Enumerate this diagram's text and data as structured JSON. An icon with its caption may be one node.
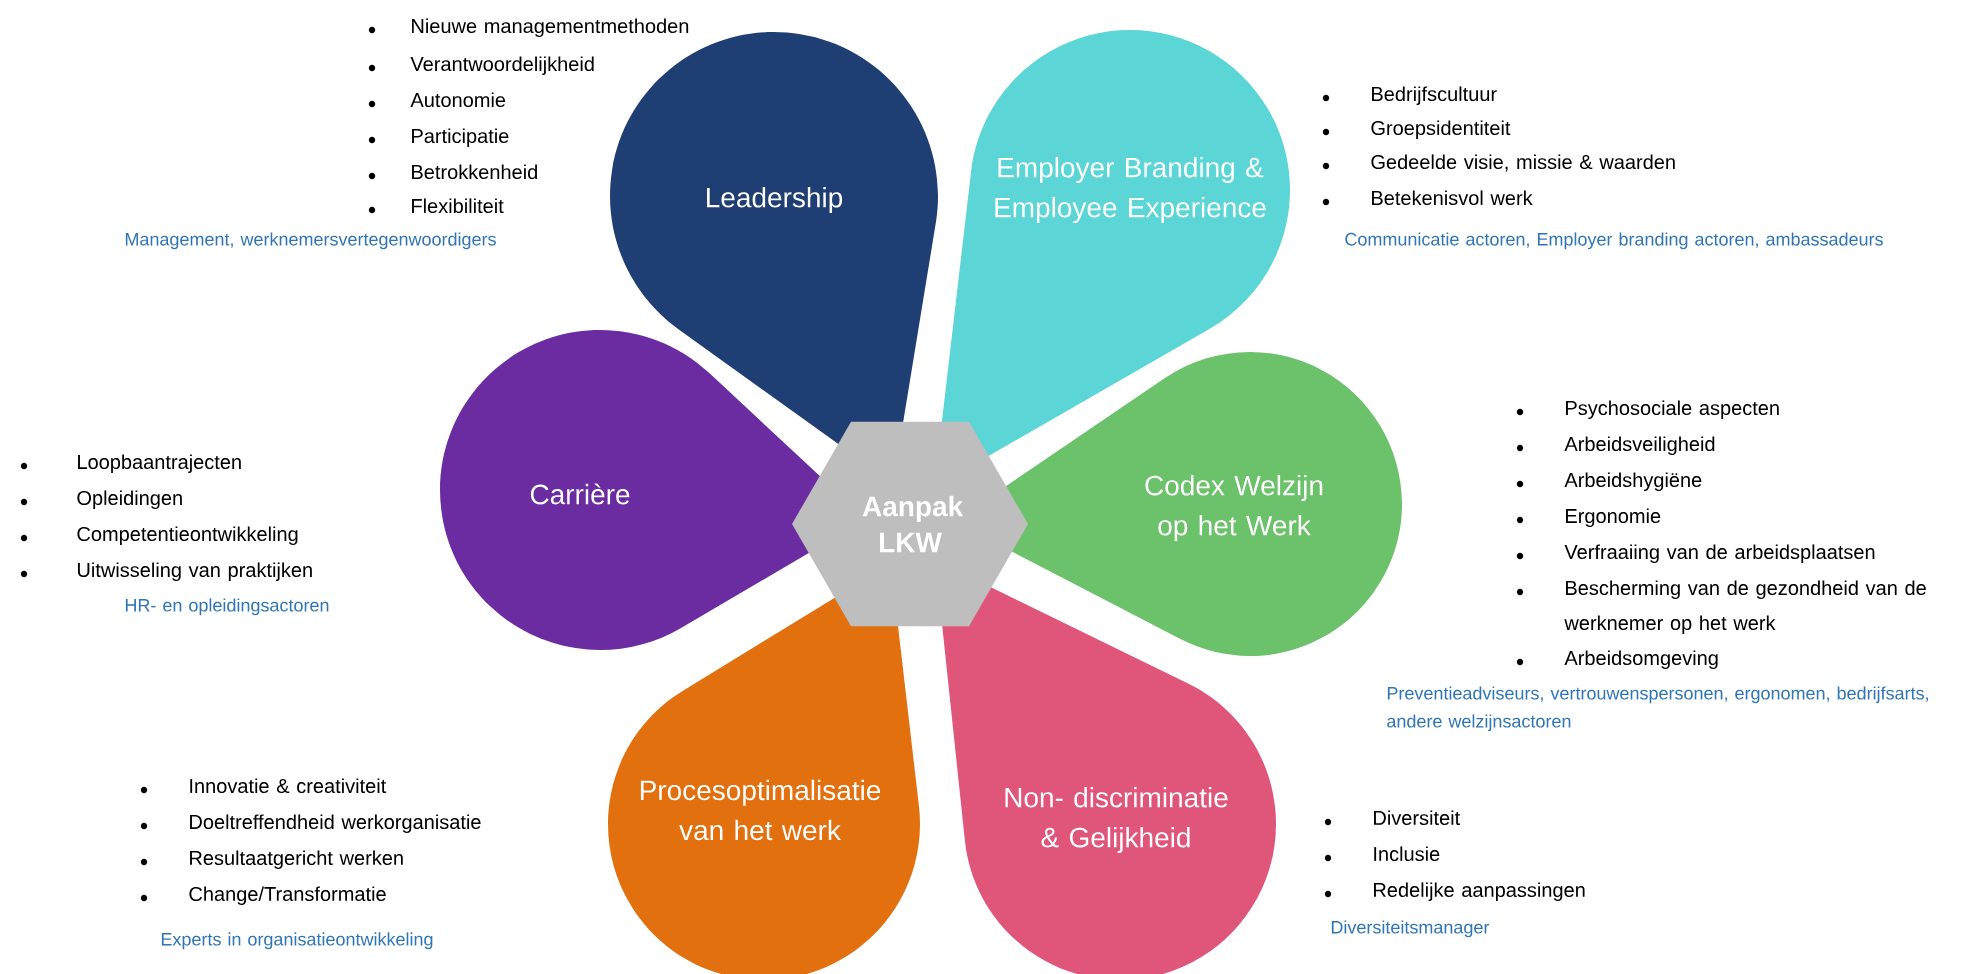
{
  "diagram": {
    "nodes": [
      {
        "text": [
          "Aanpak LKW"
        ]
      },
      {
        "text": [
          "Leadership"
        ],
        "beside": [
          "Nieuwe managementmethoden",
          "Verantwoordelijkheid",
          "Autonomie",
          "Participatie",
          "Betrokkenheid",
          "Flexibiliteit",
          "Management, werknemersvertegenwoordigers"
        ]
      },
      {
        "text": [
          "Employer Branding & Employee Experience"
        ],
        "beside": [
          "Bedrijfscultuur",
          "Groepsidentiteit",
          "Gedeelde visie, missie & waarden",
          "Betekenisvol werk",
          "Communicatie actoren, Employer branding actoren, ambassadeurs"
        ]
      },
      {
        "text": [
          "Codex Welzijn op het Werk"
        ],
        "beside": [
          "Psychosociale aspecten",
          "Arbeidsveiligheid",
          "Arbeidshygiëne",
          "Ergonomie",
          "Verfraaiing van de arbeidsplaatsen",
          "Bescherming van de gezondheid van de werknemer op het werk",
          "Arbeidsomgeving",
          "Preventieadviseurs, vertrouwenspersonen, ergonomen, bedrijfsarts, andere welzijnsactoren"
        ]
      },
      {
        "text": [
          "Non- discriminatie & Gelijkheid"
        ],
        "beside": [
          "Diversiteit",
          "Inclusie",
          "Redelijke aanpassingen",
          "Diversiteitsmanager"
        ]
      },
      {
        "text": [
          "Procesoptimalisatie van het werk"
        ],
        "beside": [
          "Innovatie & creativiteit",
          "Doeltreffendheid werkorganisatie",
          "Resultaatgericht werken",
          "Change/Transformatie",
          "Experts in organisatieontwikkeling"
        ]
      },
      {
        "text": [
          "Carrière"
        ],
        "beside": [
          "Loopbaantrajecten",
          "Opleidingen",
          "Competentieontwikkeling",
          "Uitwisseling van praktijken",
          "HR- en opleidingsactoren"
        ]
      }
    ]
  }
}
